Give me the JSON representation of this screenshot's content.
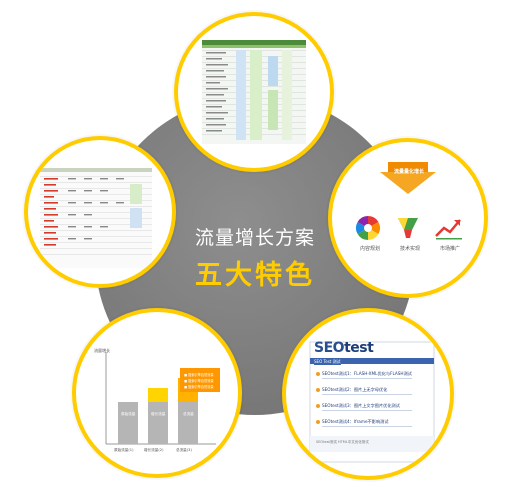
{
  "hub": {
    "title": "流量增长方案",
    "subtitle": "五大特色"
  },
  "disc_top": {
    "content": "spreadsheet-screenshot"
  },
  "disc_left": {
    "content": "spreadsheet-screenshot"
  },
  "disc_right": {
    "banner": "流量量化增长",
    "labels": [
      "内容规划",
      "技术实现",
      "市场推广"
    ]
  },
  "disc_bottom_left": {
    "y_axis_label": "流量增长",
    "bars": [
      {
        "label": "原始流量(1)",
        "value": 0.45
      },
      {
        "label": "增长流量(2)",
        "value": 0.66
      },
      {
        "label": "总流量(3)",
        "value": 0.92
      }
    ],
    "bar_text": [
      "原始流量",
      "增长流量",
      "总流量"
    ],
    "callouts": [
      "■ 搜索引擎自然流量",
      "■ 搜索引擎自然流量",
      "■ 搜索引擎自然流量"
    ]
  },
  "disc_bottom_right": {
    "logo_main": "SEO",
    "logo_accent": "test",
    "header_bar": "SEO Test 测试",
    "results": [
      "SEOtest测试1：FLASH-XML优化与FLASH测试",
      "SEOtest测试2：图片上无字母优化",
      "SEOtest测试3：图片上文字图片优化测试",
      "SEOtest测试4：Iframe不影响测试"
    ],
    "footer": "SEOtest测试 HTML中文优化测试"
  },
  "colors": {
    "accent_yellow": "#ffcc00",
    "hub_gray": "#7d7d7d",
    "white": "#ffffff"
  }
}
